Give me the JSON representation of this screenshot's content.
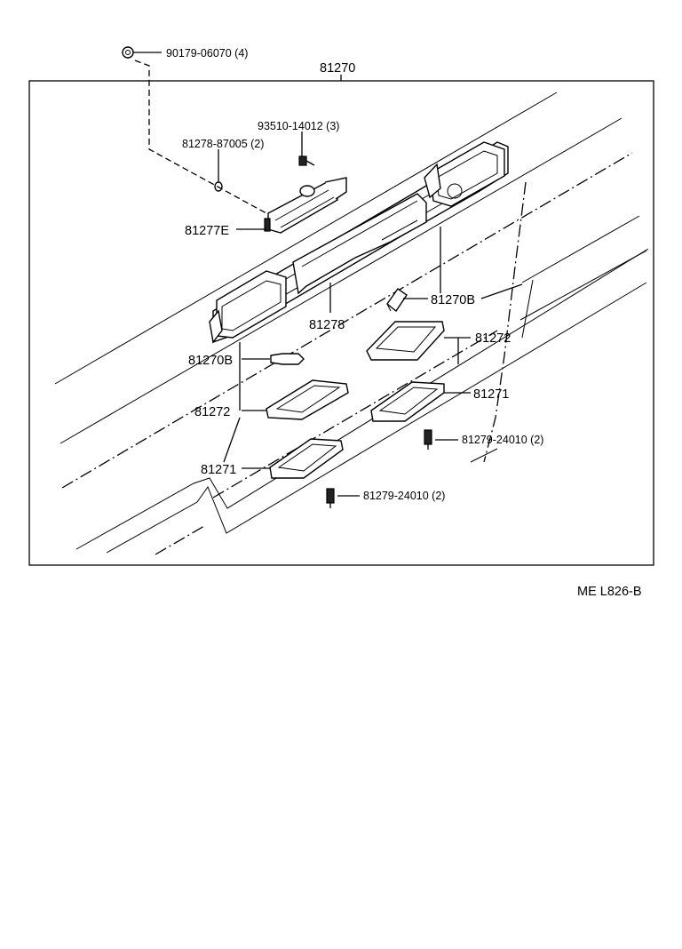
{
  "diagram": {
    "assembly_label": "81270",
    "reference_code": "ME L826-B",
    "callouts": {
      "nut": "90179-06070 (4)",
      "screw_top": "93510-14012 (3)",
      "clip": "81278-87005 (2)",
      "socket": "81277E",
      "bracket": "81278",
      "bulb_right": "81270B",
      "bulb_left": "81270B",
      "gasket_right": "81272",
      "gasket_left": "81272",
      "lens_right": "81271",
      "lens_left": "81271",
      "screw_right": "81279-24010 (2)",
      "screw_left": "81279-24010 (2)"
    }
  }
}
